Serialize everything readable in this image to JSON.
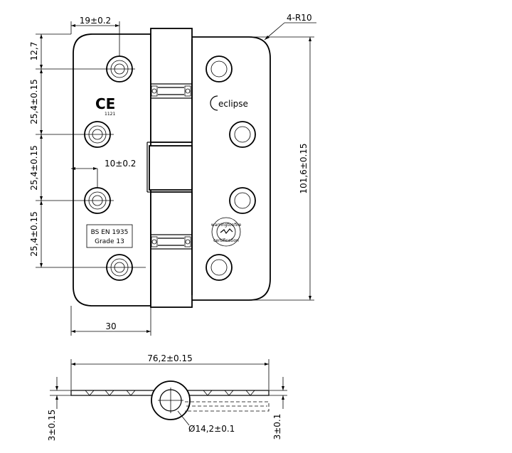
{
  "dimensions": {
    "top_hole_offset": "19±0.2",
    "corner_radius": "4-R10",
    "top_edge_to_hole": "12,7",
    "hole_pitch_1": "25,4±0.15",
    "hole_pitch_2": "25,4±0.15",
    "hole_pitch_3": "25,4±0.15",
    "middle_hole_offset": "10±0.2",
    "leaf_height": "101,6±0.15",
    "leaf_width": "30",
    "open_width": "76,2±0.15",
    "knuckle_diameter": "Ø14,2±0.1",
    "thickness_left": "3±0.15",
    "thickness_right": "3±0.1"
  },
  "markings": {
    "ce_mark": "CE",
    "ce_number": "1121",
    "brand": "eclipse",
    "standard_line1": "BS EN 1935",
    "standard_line2": "Grade 13",
    "cert_line1": "warringtonfire",
    "cert_line2": "certification"
  }
}
